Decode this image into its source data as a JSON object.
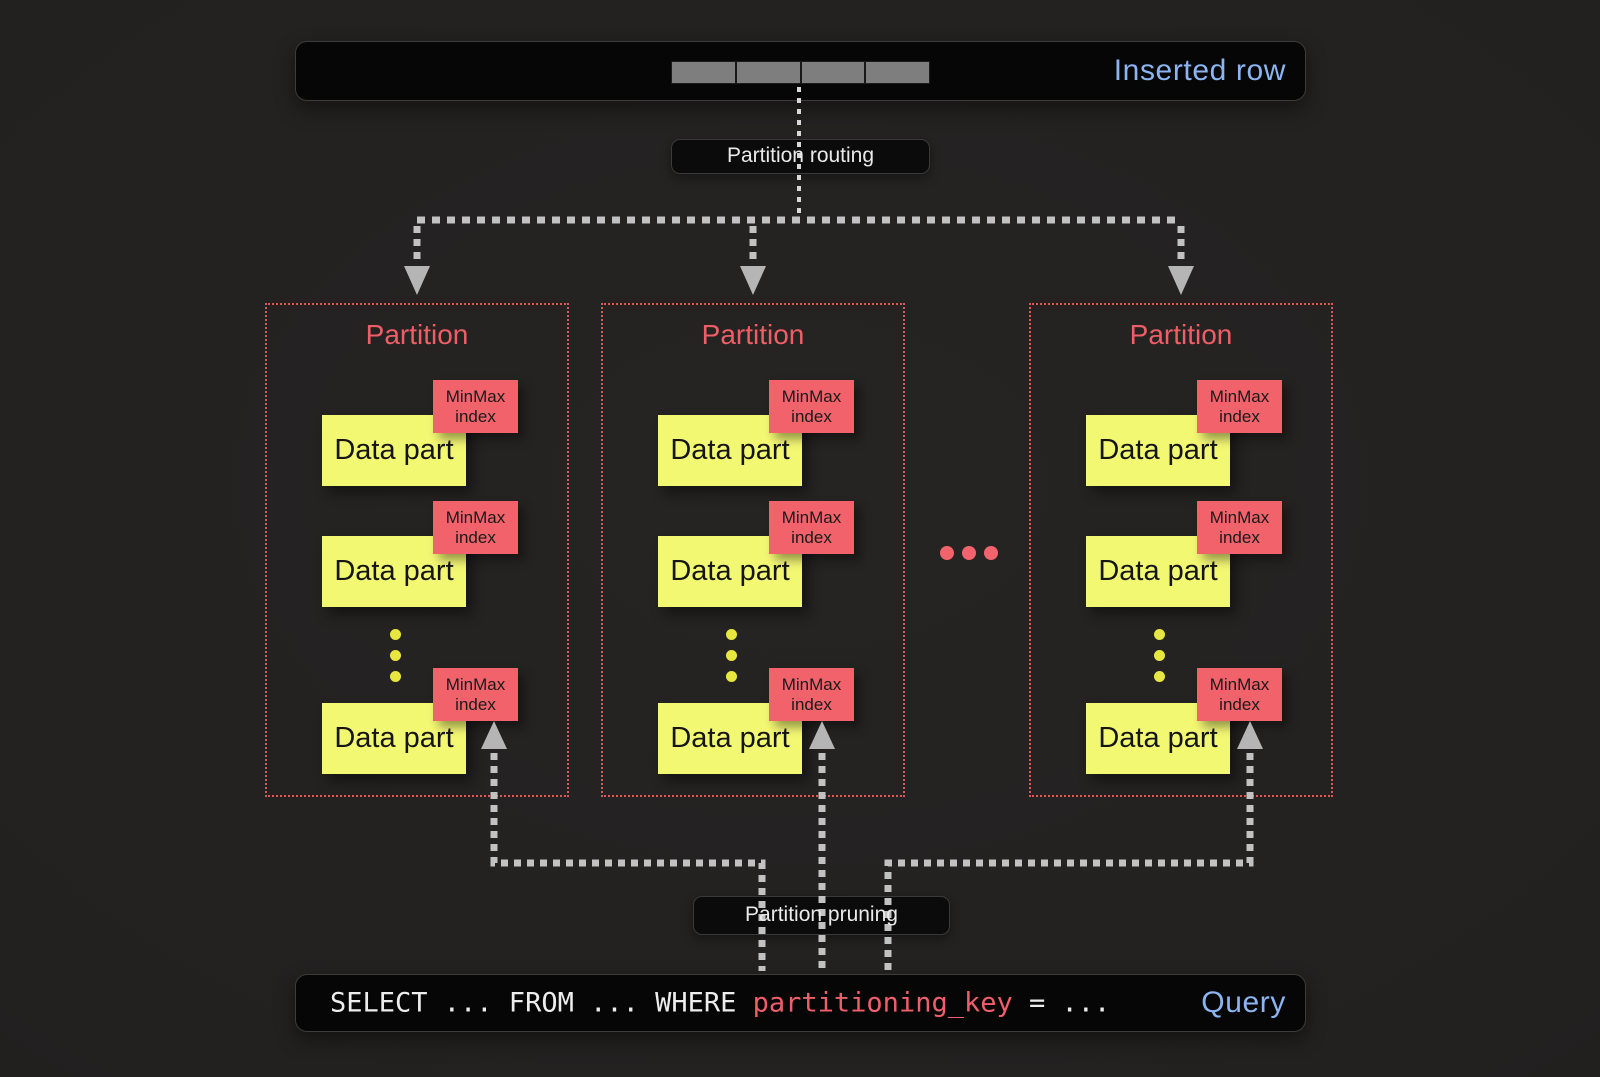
{
  "diagram": {
    "inserted_row": {
      "label": "Inserted row",
      "segment_count": 4
    },
    "routing_label": "Partition routing",
    "pruning_label": "Partition pruning",
    "partitions": [
      {
        "title": "Partition",
        "parts": [
          {
            "label": "Data part",
            "index_label": "MinMax index"
          },
          {
            "label": "Data part",
            "index_label": "MinMax index"
          },
          {
            "label": "Data part",
            "index_label": "MinMax index"
          }
        ]
      },
      {
        "title": "Partition",
        "parts": [
          {
            "label": "Data part",
            "index_label": "MinMax index"
          },
          {
            "label": "Data part",
            "index_label": "MinMax index"
          },
          {
            "label": "Data part",
            "index_label": "MinMax index"
          }
        ]
      },
      {
        "title": "Partition",
        "parts": [
          {
            "label": "Data part",
            "index_label": "MinMax index"
          },
          {
            "label": "Data part",
            "index_label": "MinMax index"
          },
          {
            "label": "Data part",
            "index_label": "MinMax index"
          }
        ]
      }
    ],
    "query_bar": {
      "sql_prefix": "SELECT ... FROM ... WHERE ",
      "sql_key": "partitioning_key",
      "sql_suffix": " = ...",
      "label": "Query"
    }
  },
  "colors": {
    "background": "#232120",
    "bar_fill": "#060606",
    "accent_blue": "#8ab5f1",
    "partition_red": "#dc5858",
    "partition_title_red": "#ef5e66",
    "data_part_yellow": "#f3f873",
    "minmax_pink": "#f2626b",
    "sql_key_pink": "#ee5f6a",
    "connector_gray": "#c2c2c2",
    "feed_line_white": "#d8d8d8",
    "segment_gray": "#7e7e7e",
    "yellow_dot": "#e7e73f",
    "red_dot": "#f2636c"
  }
}
